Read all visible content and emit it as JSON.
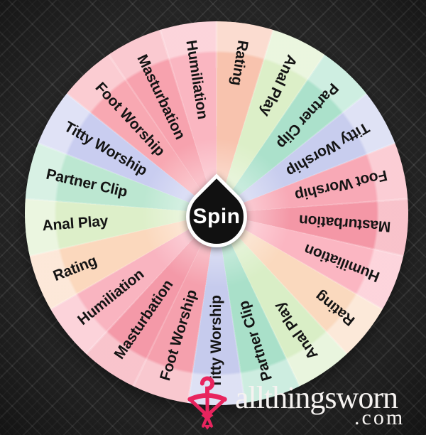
{
  "background": {
    "base_color": "#262626"
  },
  "wheel": {
    "spin_label": "Spin",
    "center_color": "#111111",
    "label_text_color": "#141414",
    "segments": [
      {
        "label": "Rating",
        "color": "#f8c3ae"
      },
      {
        "label": "Anal Play",
        "color": "#dcefc8"
      },
      {
        "label": "Partner Clip",
        "color": "#abe1cb"
      },
      {
        "label": "Titty Worship",
        "color": "#c8cdee"
      },
      {
        "label": "Foot Worship",
        "color": "#f8a9b6"
      },
      {
        "label": "Masturbation",
        "color": "#f497a6"
      },
      {
        "label": "Humiliation",
        "color": "#fbb6c2"
      },
      {
        "label": "Rating",
        "color": "#fad9be"
      },
      {
        "label": "Anal Play",
        "color": "#d9eec6"
      },
      {
        "label": "Partner Clip",
        "color": "#a9e0c9"
      },
      {
        "label": "Titty Worship",
        "color": "#c6cbed"
      },
      {
        "label": "Foot Worship",
        "color": "#f5a0ad"
      },
      {
        "label": "Masturbation",
        "color": "#f499a8"
      },
      {
        "label": "Humiliation",
        "color": "#f9b4c0"
      },
      {
        "label": "Rating",
        "color": "#fbd8bd"
      },
      {
        "label": "Anal Play",
        "color": "#ddefc9"
      },
      {
        "label": "Partner Clip",
        "color": "#bce7d1"
      },
      {
        "label": "Titty Worship",
        "color": "#c9cdf0"
      },
      {
        "label": "Foot Worship",
        "color": "#f8a8b2"
      },
      {
        "label": "Masturbation",
        "color": "#f7a2ae"
      },
      {
        "label": "Humiliation",
        "color": "#fab6c1"
      }
    ]
  },
  "watermark": {
    "site": "allthingsworn",
    "tld": ".com",
    "icon_color": "#e8245e",
    "text_color": "#f6f3f1"
  }
}
